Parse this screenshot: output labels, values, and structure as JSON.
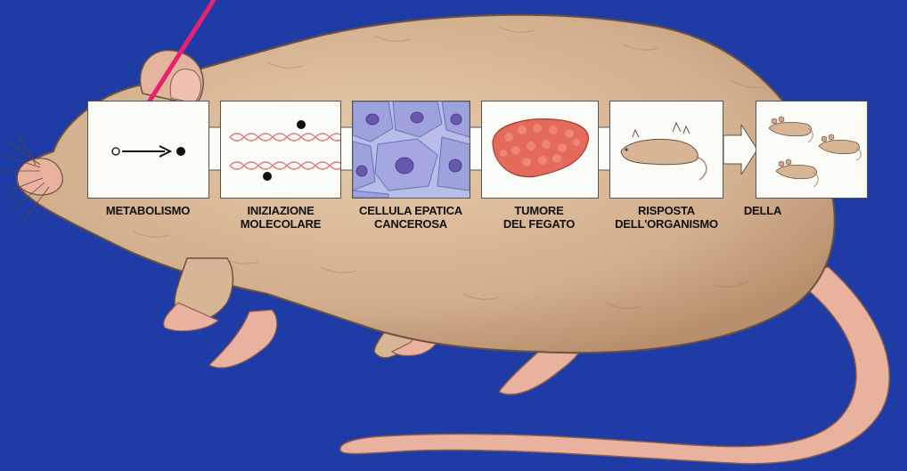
{
  "colors": {
    "background": "#1f3ca6",
    "rat_body": "#d9b796",
    "rat_outline": "#6a5240",
    "tail": "#e9b4a0",
    "probe": "#e8206f",
    "cell": "#9ea2dc",
    "tumor": "#e46a5a",
    "dna": "#e27a78"
  },
  "stages": [
    {
      "id": "metabolismo",
      "lines": [
        "METABOLISMO"
      ],
      "icon": "arrow-dot-icon"
    },
    {
      "id": "iniziazione",
      "lines": [
        "INIZIAZIONE",
        "MOLECOLARE"
      ],
      "icon": "dna-strand-icon"
    },
    {
      "id": "cellula",
      "lines": [
        "CELLULA EPATICA",
        "CANCEROSA"
      ],
      "icon": "liver-cell-icon"
    },
    {
      "id": "tumore",
      "lines": [
        "TUMORE",
        "DEL FEGATO"
      ],
      "icon": "liver-tumor-icon"
    },
    {
      "id": "risposta",
      "lines": [
        "RISPOSTA",
        "DELL'ORGANISMO"
      ],
      "icon": "sick-rat-icon"
    },
    {
      "id": "della",
      "lines": [
        "DELLA"
      ],
      "icon": "rat-population-icon"
    }
  ]
}
